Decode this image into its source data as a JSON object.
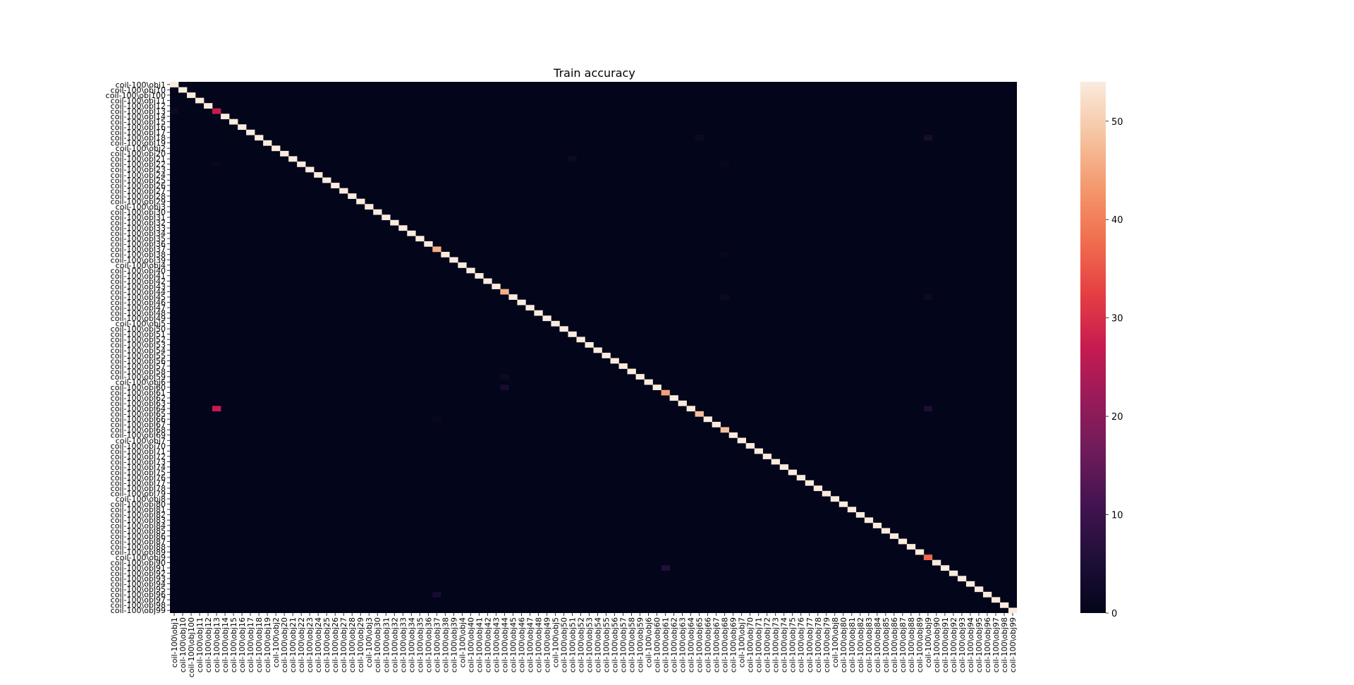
{
  "chart_data": {
    "type": "heatmap",
    "title": "Train accuracy",
    "xlabel": "",
    "ylabel": "",
    "labels": [
      "coil-100\\obj1",
      "coil-100\\obj10",
      "coil-100\\obj100",
      "coil-100\\obj11",
      "coil-100\\obj12",
      "coil-100\\obj13",
      "coil-100\\obj14",
      "coil-100\\obj15",
      "coil-100\\obj16",
      "coil-100\\obj17",
      "coil-100\\obj18",
      "coil-100\\obj19",
      "coil-100\\obj2",
      "coil-100\\obj20",
      "coil-100\\obj21",
      "coil-100\\obj22",
      "coil-100\\obj23",
      "coil-100\\obj24",
      "coil-100\\obj25",
      "coil-100\\obj26",
      "coil-100\\obj27",
      "coil-100\\obj28",
      "coil-100\\obj29",
      "coil-100\\obj3",
      "coil-100\\obj30",
      "coil-100\\obj31",
      "coil-100\\obj32",
      "coil-100\\obj33",
      "coil-100\\obj34",
      "coil-100\\obj35",
      "coil-100\\obj36",
      "coil-100\\obj37",
      "coil-100\\obj38",
      "coil-100\\obj39",
      "coil-100\\obj4",
      "coil-100\\obj40",
      "coil-100\\obj41",
      "coil-100\\obj42",
      "coil-100\\obj43",
      "coil-100\\obj44",
      "coil-100\\obj45",
      "coil-100\\obj46",
      "coil-100\\obj47",
      "coil-100\\obj48",
      "coil-100\\obj49",
      "coil-100\\obj5",
      "coil-100\\obj50",
      "coil-100\\obj51",
      "coil-100\\obj52",
      "coil-100\\obj53",
      "coil-100\\obj54",
      "coil-100\\obj55",
      "coil-100\\obj56",
      "coil-100\\obj57",
      "coil-100\\obj58",
      "coil-100\\obj59",
      "coil-100\\obj6",
      "coil-100\\obj60",
      "coil-100\\obj61",
      "coil-100\\obj62",
      "coil-100\\obj63",
      "coil-100\\obj64",
      "coil-100\\obj65",
      "coil-100\\obj66",
      "coil-100\\obj67",
      "coil-100\\obj68",
      "coil-100\\obj69",
      "coil-100\\obj7",
      "coil-100\\obj70",
      "coil-100\\obj71",
      "coil-100\\obj72",
      "coil-100\\obj73",
      "coil-100\\obj74",
      "coil-100\\obj75",
      "coil-100\\obj76",
      "coil-100\\obj77",
      "coil-100\\obj78",
      "coil-100\\obj79",
      "coil-100\\obj8",
      "coil-100\\obj80",
      "coil-100\\obj81",
      "coil-100\\obj82",
      "coil-100\\obj83",
      "coil-100\\obj84",
      "coil-100\\obj85",
      "coil-100\\obj86",
      "coil-100\\obj87",
      "coil-100\\obj88",
      "coil-100\\obj89",
      "coil-100\\obj9",
      "coil-100\\obj90",
      "coil-100\\obj91",
      "coil-100\\obj92",
      "coil-100\\obj93",
      "coil-100\\obj94",
      "coil-100\\obj95",
      "coil-100\\obj96",
      "coil-100\\obj97",
      "coil-100\\obj98",
      "coil-100\\obj99"
    ],
    "diagonal_default": 54,
    "diagonal_values": [
      [
        5,
        27
      ],
      [
        31,
        46
      ],
      [
        39,
        46
      ],
      [
        58,
        44
      ],
      [
        62,
        48
      ],
      [
        65,
        48
      ],
      [
        89,
        37
      ]
    ],
    "off_diagonal": [
      [
        5,
        0,
        2
      ],
      [
        10,
        62,
        2
      ],
      [
        10,
        89,
        4
      ],
      [
        14,
        47,
        2
      ],
      [
        15,
        5,
        1
      ],
      [
        15,
        65,
        1
      ],
      [
        32,
        65,
        1
      ],
      [
        40,
        65,
        2
      ],
      [
        40,
        89,
        2
      ],
      [
        55,
        39,
        2
      ],
      [
        57,
        39,
        4
      ],
      [
        61,
        5,
        27
      ],
      [
        61,
        89,
        5
      ],
      [
        63,
        31,
        1
      ],
      [
        91,
        58,
        6
      ],
      [
        96,
        31,
        4
      ]
    ],
    "value_range": [
      0,
      54
    ],
    "colorbar": {
      "ticks": [
        0,
        10,
        20,
        30,
        40,
        50
      ],
      "colormap": "rocket"
    },
    "grid": false
  }
}
